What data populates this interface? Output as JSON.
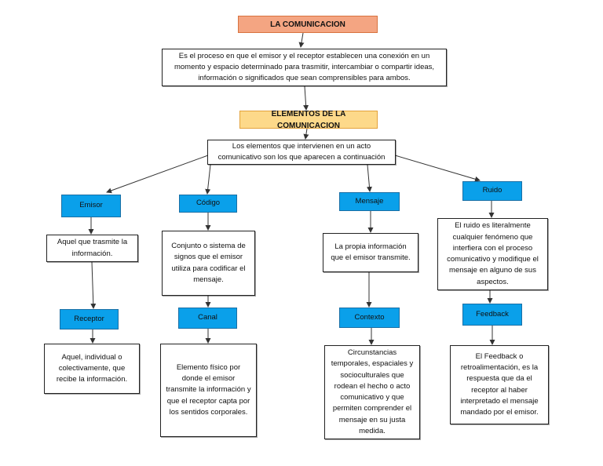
{
  "title": "LA COMUNICACION",
  "definition": "Es el proceso en que el emisor y el receptor establecen una conexión en un momento y espacio determinado para trasmitir, intercambiar o compartir ideas, información o significados que sean comprensibles para ambos.",
  "elements_title": "ELEMENTOS DE LA COMUNICACION",
  "elements_intro": "Los elementos que  intervienen en un acto comunicativo son los que aparecen a continuación",
  "branches": {
    "emisor": {
      "label": "Emisor",
      "desc": "Aquel que trasmite la información.",
      "child_label": "Receptor",
      "child_desc": "Aquel, individual o colectivamente, que recibe la información."
    },
    "codigo": {
      "label": "Código",
      "desc": "Conjunto o sistema de signos que el emisor utiliza para codificar el mensaje.",
      "child_label": "Canal",
      "child_desc": "Elemento físico por donde el emisor transmite la información y que el receptor capta por los sentidos corporales."
    },
    "mensaje": {
      "label": "Mensaje",
      "desc": "La propia información que el emisor transmite.",
      "child_label": "Contexto",
      "child_desc": "Circunstancias temporales, espaciales y socioculturales que rodean el hecho o acto comunicativo y que permiten comprender el mensaje en su justa medida."
    },
    "ruido": {
      "label": "Ruido",
      "desc": "El ruido es literalmente cualquier fenómeno que interfiera con el proceso comunicativo y modifique el mensaje en alguno de sus aspectos.",
      "child_label": "Feedback",
      "child_desc": "El Feedback o retroalimentación, es la respuesta que da el receptor al haber interpretado el mensaje mandado por el emisor."
    }
  },
  "colors": {
    "title_fill": "#f4a582",
    "subtitle_fill": "#fdd98a",
    "element_fill": "#0aa0ea",
    "connector": "#333333"
  }
}
